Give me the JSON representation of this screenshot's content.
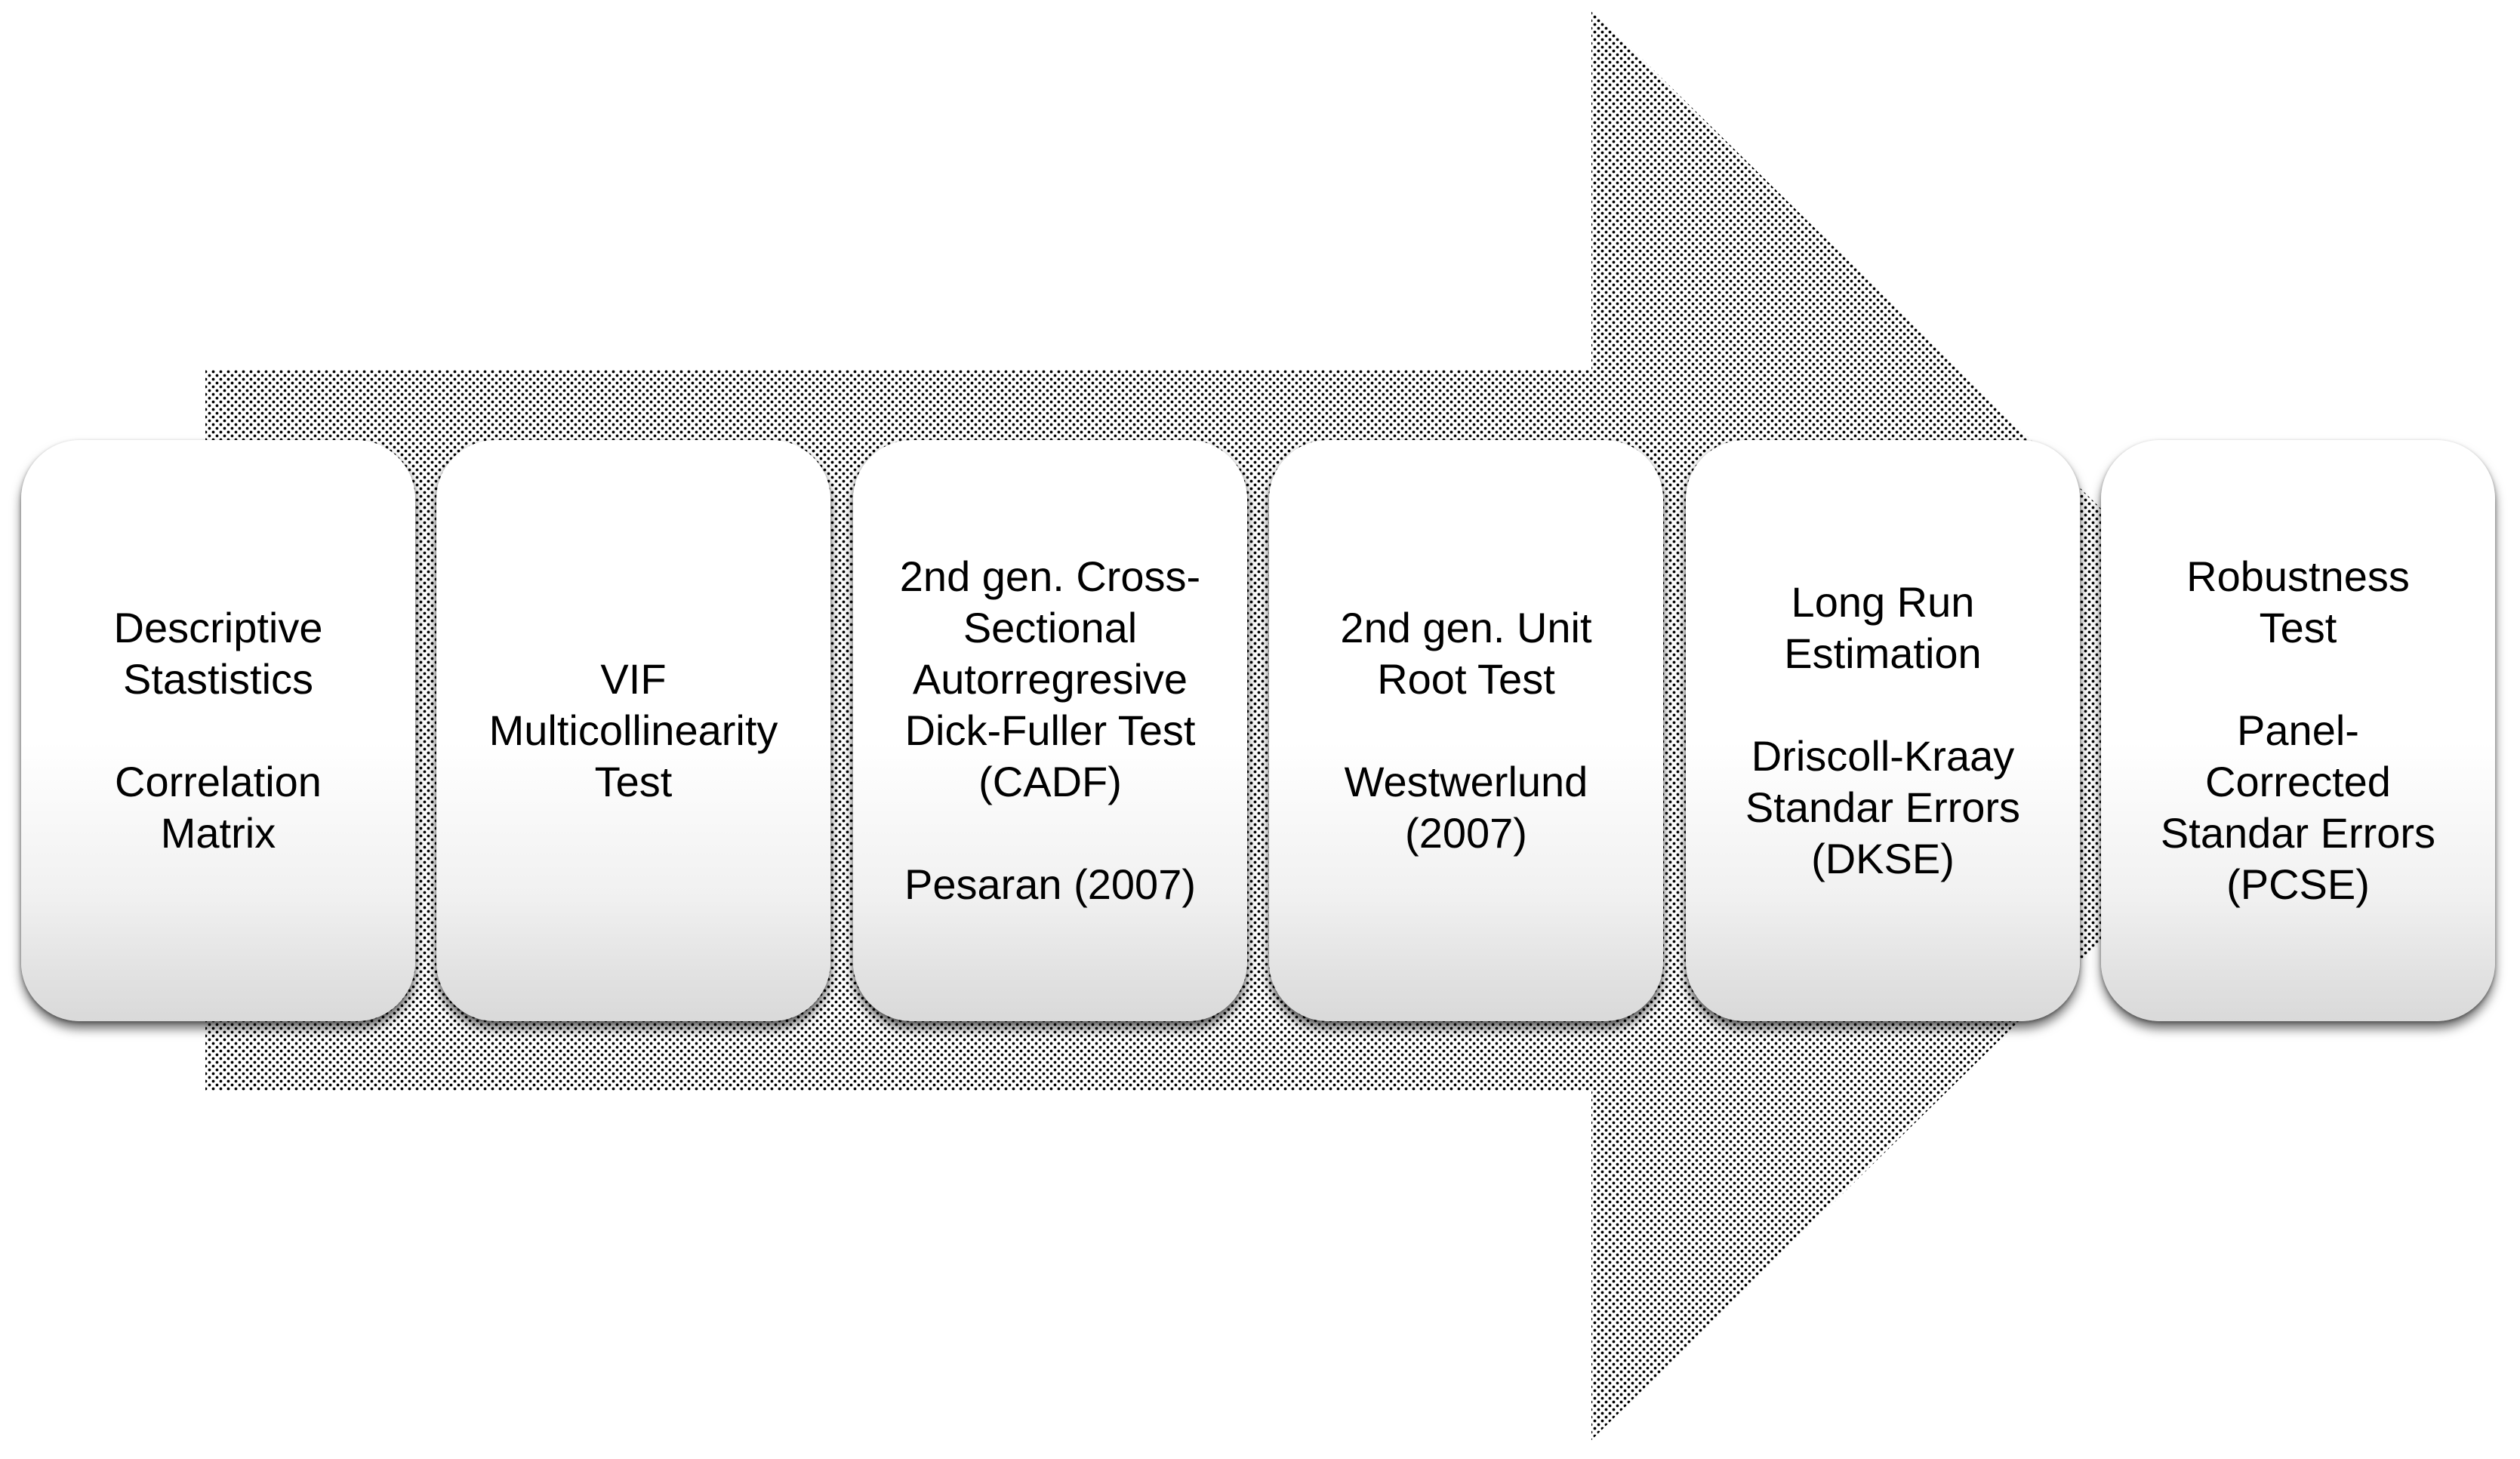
{
  "diagram": {
    "colors": {
      "arrow_dots": "#000000",
      "box_fill_top": "#ffffff",
      "box_fill_bottom": "#d9d9d9",
      "text": "#000000"
    },
    "steps": [
      {
        "primary": [
          "Descriptive",
          "Stastistics"
        ],
        "secondary": [
          "Correlation",
          "Matrix"
        ]
      },
      {
        "primary": [
          "VIF",
          "Multicollinearity",
          "Test"
        ],
        "secondary": []
      },
      {
        "primary": [
          "2nd gen. Cross-",
          "Sectional",
          "Autorregresive",
          "Dick-Fuller Test",
          "(CADF)"
        ],
        "secondary": [
          "Pesaran (2007)"
        ]
      },
      {
        "primary": [
          "2nd gen. Unit",
          "Root Test"
        ],
        "secondary": [
          "Westwerlund",
          "(2007)"
        ]
      },
      {
        "primary": [
          "Long Run",
          "Estimation"
        ],
        "secondary": [
          "Driscoll-Kraay",
          "Standar Errors",
          "(DKSE)"
        ]
      },
      {
        "primary": [
          "Robustness",
          "Test"
        ],
        "secondary": [
          "Panel-",
          "Corrected",
          "Standar Errors",
          "(PCSE)"
        ]
      }
    ]
  }
}
